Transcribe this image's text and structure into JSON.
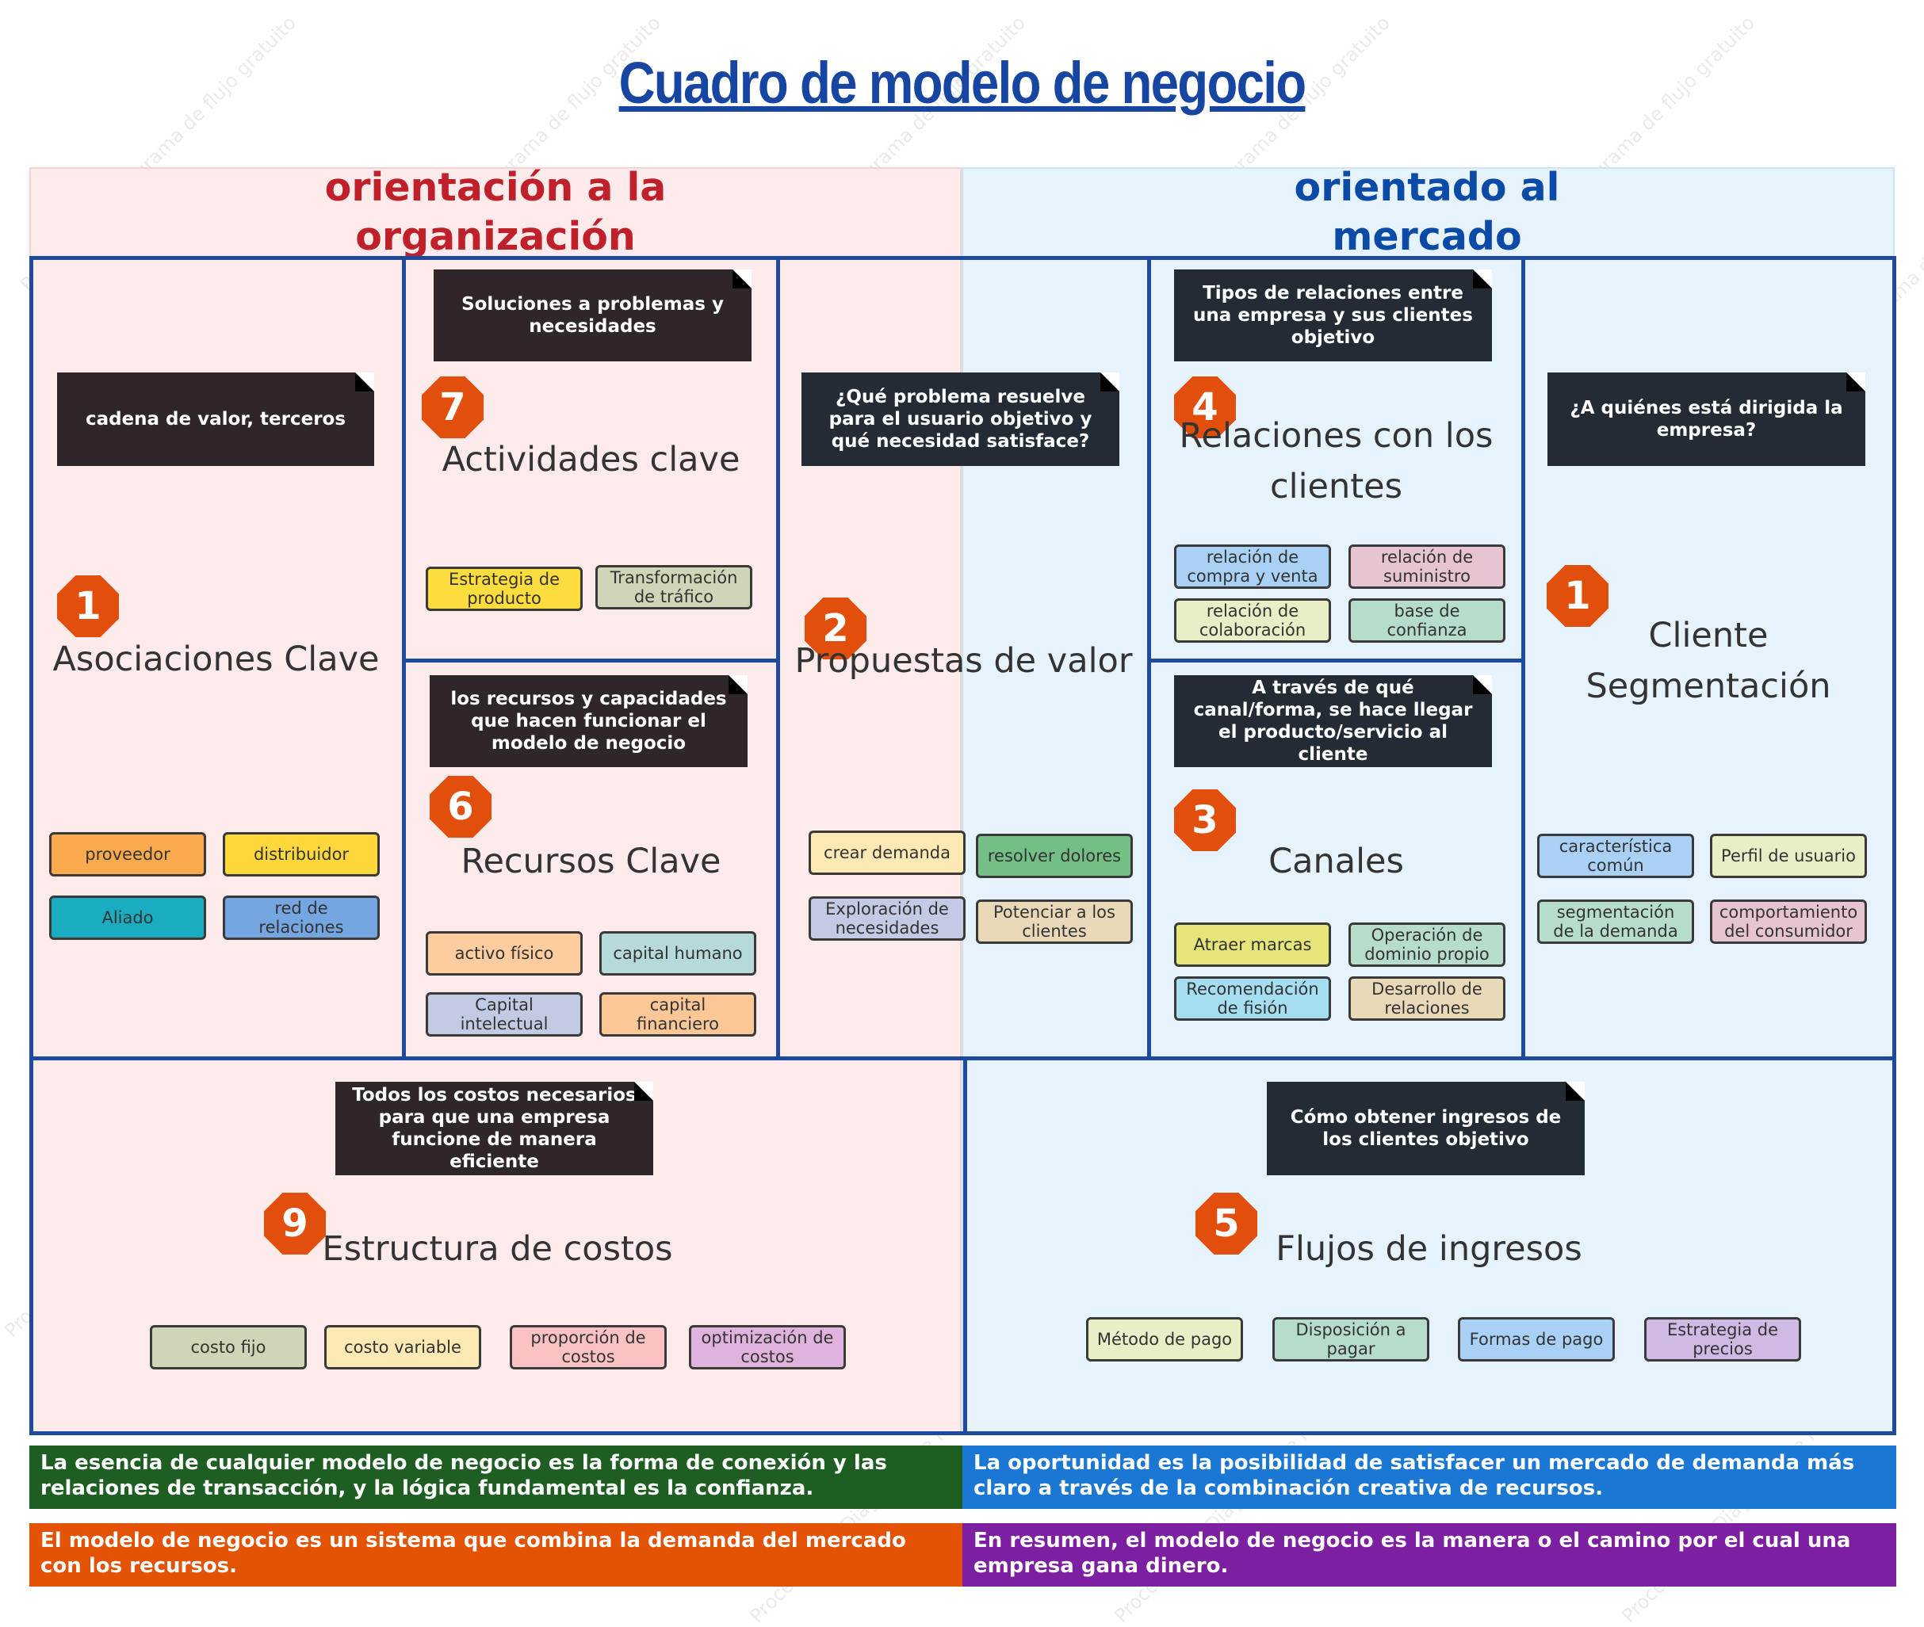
{
  "title": "Cuadro de modelo de negocio",
  "watermark": "ProcessOn.io Diagrama de flujo gratuito",
  "orientation": {
    "organization": "orientación a la organización",
    "market": "orientado al mercado"
  },
  "colors": {
    "border": "#1d4a9c",
    "badge": "#e24e0c",
    "title": "#1746a2",
    "org_heading": "#c0202a",
    "market_heading": "#0b4aa6"
  },
  "cells": {
    "key_partners": {
      "badge": "1",
      "title": "Asociaciones Clave",
      "note": "cadena de valor, terceros",
      "tags": [
        "proveedor",
        "distribuidor",
        "Aliado",
        "red de relaciones"
      ]
    },
    "key_activities": {
      "badge": "7",
      "title": "Actividades clave",
      "note": "Soluciones a problemas y necesidades",
      "tags": [
        "Estrategia de producto",
        "Transformación de tráfico"
      ]
    },
    "key_resources": {
      "badge": "6",
      "title": "Recursos Clave",
      "note": "los recursos y capacidades que hacen funcionar el modelo de negocio",
      "tags": [
        "activo físico",
        "capital humano",
        "Capital intelectual",
        "capital financiero"
      ]
    },
    "value_propositions": {
      "badge": "2",
      "title": "Propuestas de valor",
      "note": "¿Qué problema resuelve para el usuario objetivo y qué necesidad satisface?",
      "tags": [
        "crear demanda",
        "resolver dolores",
        "Exploración de necesidades",
        "Potenciar a los clientes"
      ]
    },
    "customer_relationships": {
      "badge": "4",
      "title": "Relaciones con los clientes",
      "note": "Tipos de relaciones entre una empresa y sus clientes objetivo",
      "tags": [
        "relación de compra y venta",
        "relación de suministro",
        "relación de colaboración",
        "base de confianza"
      ]
    },
    "channels": {
      "badge": "3",
      "title": "Canales",
      "note": "A través de qué canal/forma, se hace llegar el producto/servicio al cliente",
      "tags": [
        "Atraer marcas",
        "Operación de dominio propio",
        "Recomendación de fisión",
        "Desarrollo de relaciones"
      ]
    },
    "customer_segments": {
      "badge": "1",
      "title": "Cliente Segmentación",
      "note": "¿A quiénes está dirigida la empresa?",
      "tags": [
        "característica común",
        "Perfil de usuario",
        "segmentación de la demanda",
        "comportamiento del consumidor"
      ]
    },
    "cost_structure": {
      "badge": "9",
      "title": "Estructura de costos",
      "note": "Todos los costos necesarios para que una empresa funcione de manera eficiente",
      "tags": [
        "costo fijo",
        "costo variable",
        "proporción de costos",
        "optimización de costos"
      ]
    },
    "revenue_streams": {
      "badge": "5",
      "title": "Flujos de ingresos",
      "note": "Cómo obtener ingresos de los clientes objetivo",
      "tags": [
        "Método de pago",
        "Disposición a pagar",
        "Formas de pago",
        "Estrategia de precios"
      ]
    }
  },
  "footer": [
    {
      "text": "La esencia de cualquier modelo de negocio es la forma de conexión y las relaciones de transacción, y la lógica fundamental es la confianza.",
      "color": "#1e5e23"
    },
    {
      "text": "La oportunidad es la posibilidad de satisfacer un mercado de demanda más claro a través de la combinación creativa de recursos.",
      "color": "#1a77d4"
    },
    {
      "text": "El modelo de negocio es un sistema que combina la demanda del mercado con los recursos.",
      "color": "#e35205"
    },
    {
      "text": "En resumen, el modelo de negocio es la manera o el camino por el cual una empresa gana dinero.",
      "color": "#7c1fa0"
    }
  ]
}
